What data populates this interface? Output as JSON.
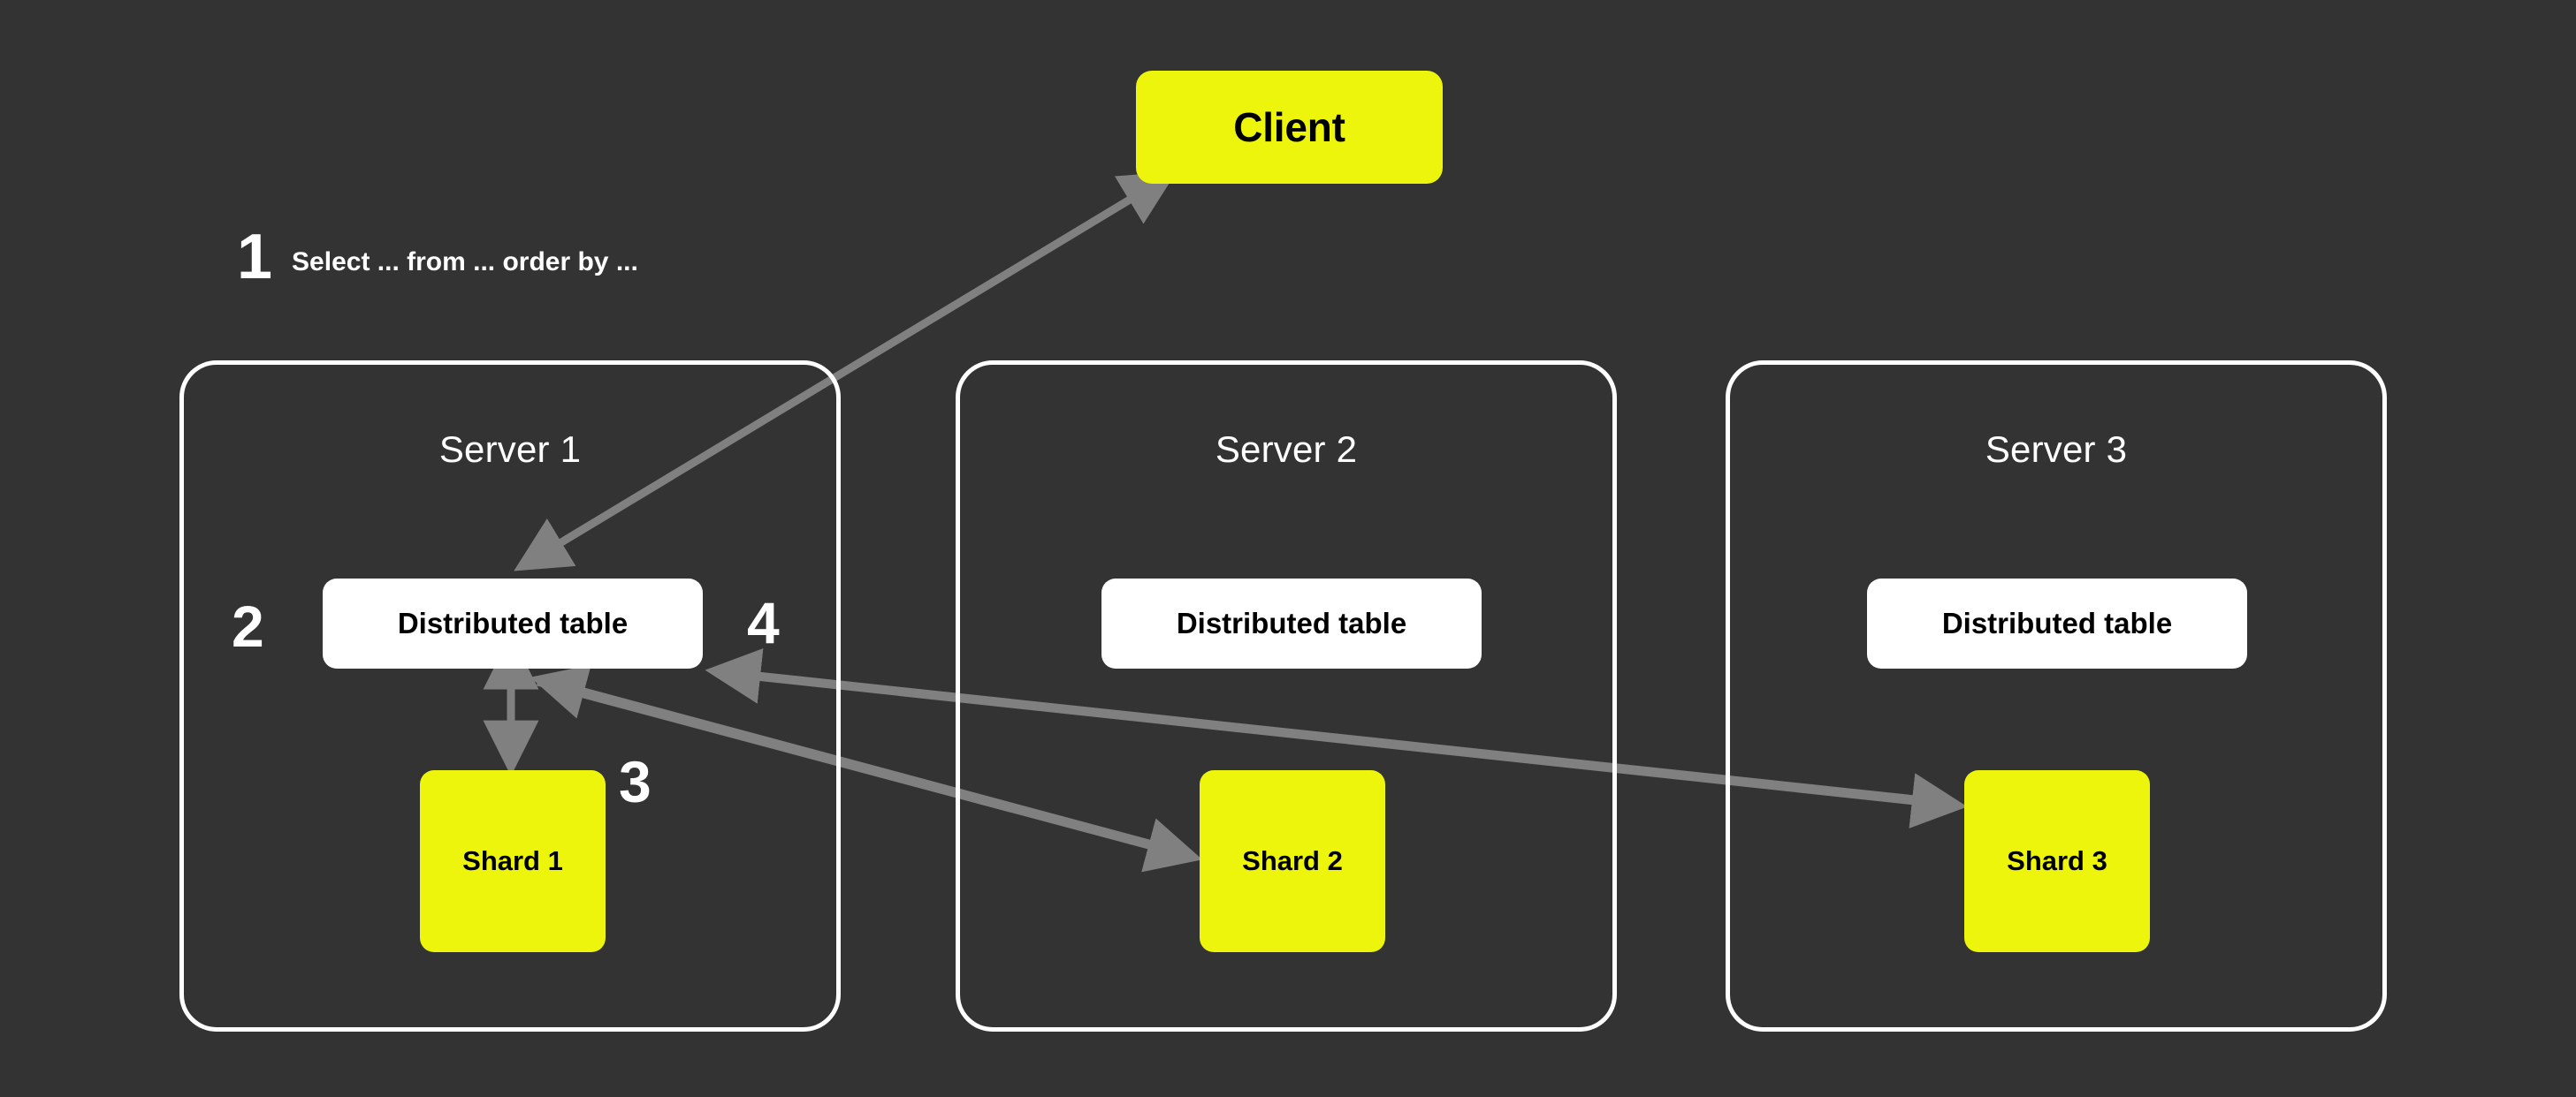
{
  "diagram": {
    "title": "Distributed table query flow across sharded servers",
    "background_color": "#333333",
    "accent_color": "#ECF50B",
    "node_color": "#FFFFFF",
    "arrow_color": "#808080",
    "client": {
      "label": "Client"
    },
    "steps": [
      {
        "number": "1",
        "text": "Select ... from ... order by ..."
      },
      {
        "number": "2",
        "text": ""
      },
      {
        "number": "3",
        "text": ""
      },
      {
        "number": "4",
        "text": ""
      }
    ],
    "servers": [
      {
        "title": "Server 1",
        "distributed_table": "Distributed table",
        "shard": "Shard 1"
      },
      {
        "title": "Server 2",
        "distributed_table": "Distributed table",
        "shard": "Shard 2"
      },
      {
        "title": "Server 3",
        "distributed_table": "Distributed table",
        "shard": "Shard 3"
      }
    ]
  }
}
